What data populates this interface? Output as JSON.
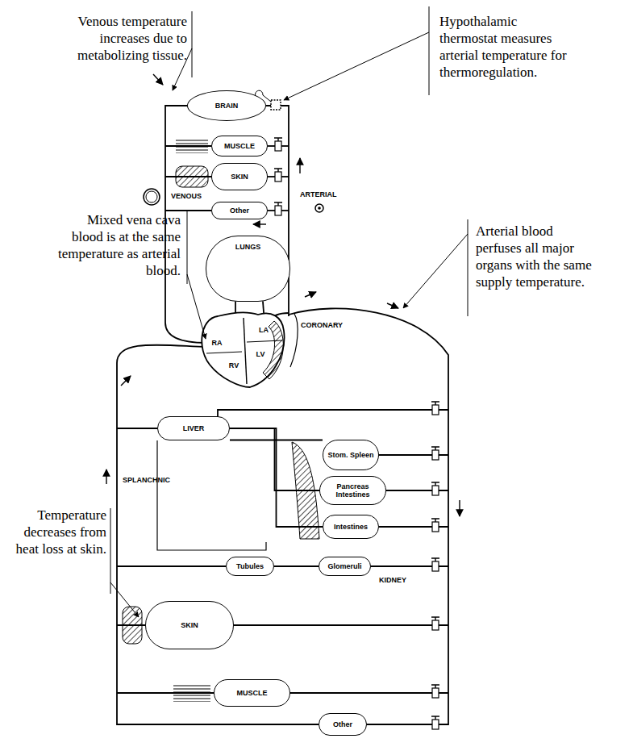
{
  "diagram": {
    "nodes": [
      {
        "text": [
          "BRAIN"
        ]
      },
      {
        "text": [
          "MUSCLE"
        ]
      },
      {
        "text": [
          "SKIN"
        ]
      },
      {
        "text": [
          "Other"
        ]
      },
      {
        "text": [
          "LUNGS"
        ]
      },
      {
        "text": [
          "RA"
        ]
      },
      {
        "text": [
          "RV"
        ]
      },
      {
        "text": [
          "LA"
        ]
      },
      {
        "text": [
          "LV"
        ]
      },
      {
        "text": [
          "CORONARY"
        ]
      },
      {
        "text": [
          "LIVER"
        ]
      },
      {
        "text": [
          "Stom. Spleen"
        ]
      },
      {
        "text": [
          "Pancreas Intestines"
        ]
      },
      {
        "text": [
          "Intestines"
        ]
      },
      {
        "text": [
          "Tubules"
        ]
      },
      {
        "text": [
          "Glomeruli"
        ]
      },
      {
        "text": [
          "SKIN"
        ]
      },
      {
        "text": [
          "MUSCLE"
        ]
      },
      {
        "text": [
          "Other"
        ]
      }
    ],
    "edges": [
      {
        "from": 11,
        "to": 10,
        "arrow": "none"
      },
      {
        "from": 12,
        "to": 10,
        "arrow": "none"
      },
      {
        "from": 13,
        "to": 10,
        "arrow": "none"
      },
      {
        "from": 15,
        "to": 14,
        "arrow": "none"
      }
    ],
    "labels": [
      "Venous temperature increases due to metabolizing tissue.",
      "Hypothalamic thermostat measures arterial temperature for thermoregulation.",
      "VENOUS",
      "ARTERIAL",
      "Mixed vena cava blood is at the same temperature as arterial blood.",
      "Arterial blood perfuses all major organs with the same supply temperature.",
      "SPLANCHNIC",
      "KIDNEY",
      "Temperature decreases from heat loss at skin."
    ]
  }
}
